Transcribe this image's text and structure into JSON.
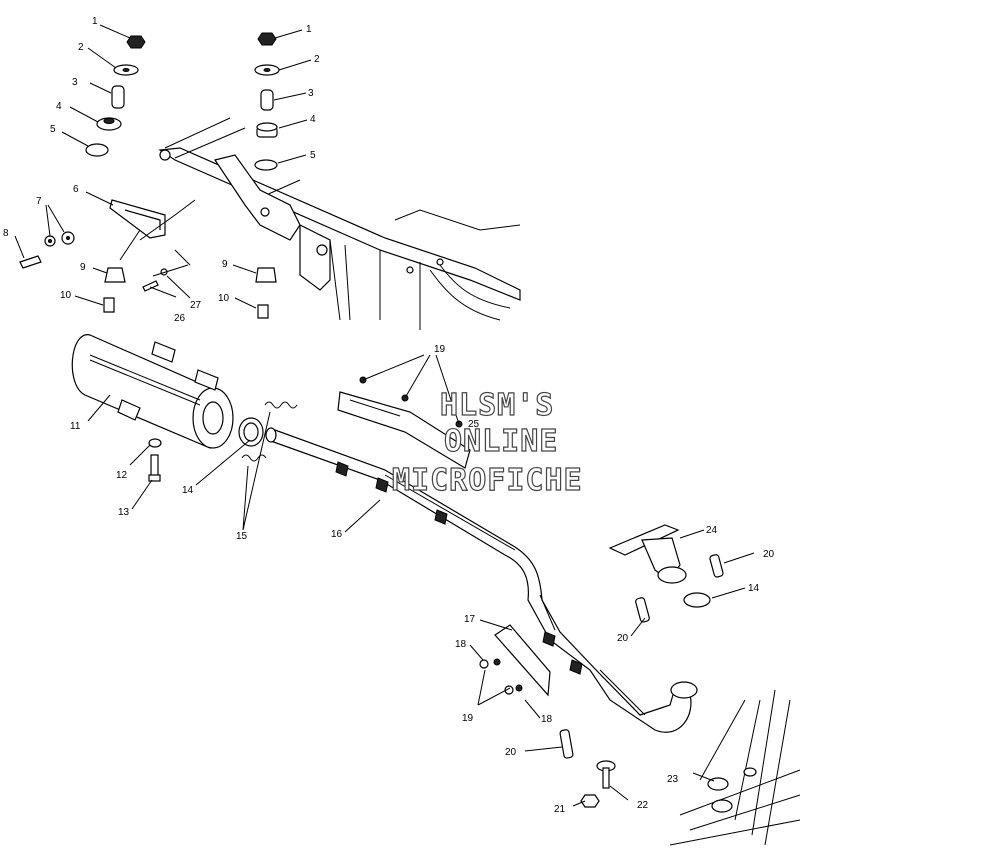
{
  "watermark": {
    "line1": "HLSM'S",
    "line2": "ONLINE",
    "line3": "MICROFICHE"
  },
  "callouts": {
    "c1a": "1",
    "c2a": "2",
    "c3a": "3",
    "c4a": "4",
    "c5a": "5",
    "c1b": "1",
    "c2b": "2",
    "c3b": "3",
    "c4b": "4",
    "c5b": "5",
    "c6": "6",
    "c7": "7",
    "c8": "8",
    "c9a": "9",
    "c9b": "9",
    "c10a": "10",
    "c10b": "10",
    "c11": "11",
    "c12": "12",
    "c13": "13",
    "c14a": "14",
    "c14b": "14",
    "c15": "15",
    "c16": "16",
    "c17": "17",
    "c18a": "18",
    "c18b": "18",
    "c19a": "19",
    "c19b": "19",
    "c20a": "20",
    "c20b": "20",
    "c20c": "20",
    "c21": "21",
    "c22": "22",
    "c23": "23",
    "c24": "24",
    "c25": "25",
    "c26": "26",
    "c27": "27"
  }
}
